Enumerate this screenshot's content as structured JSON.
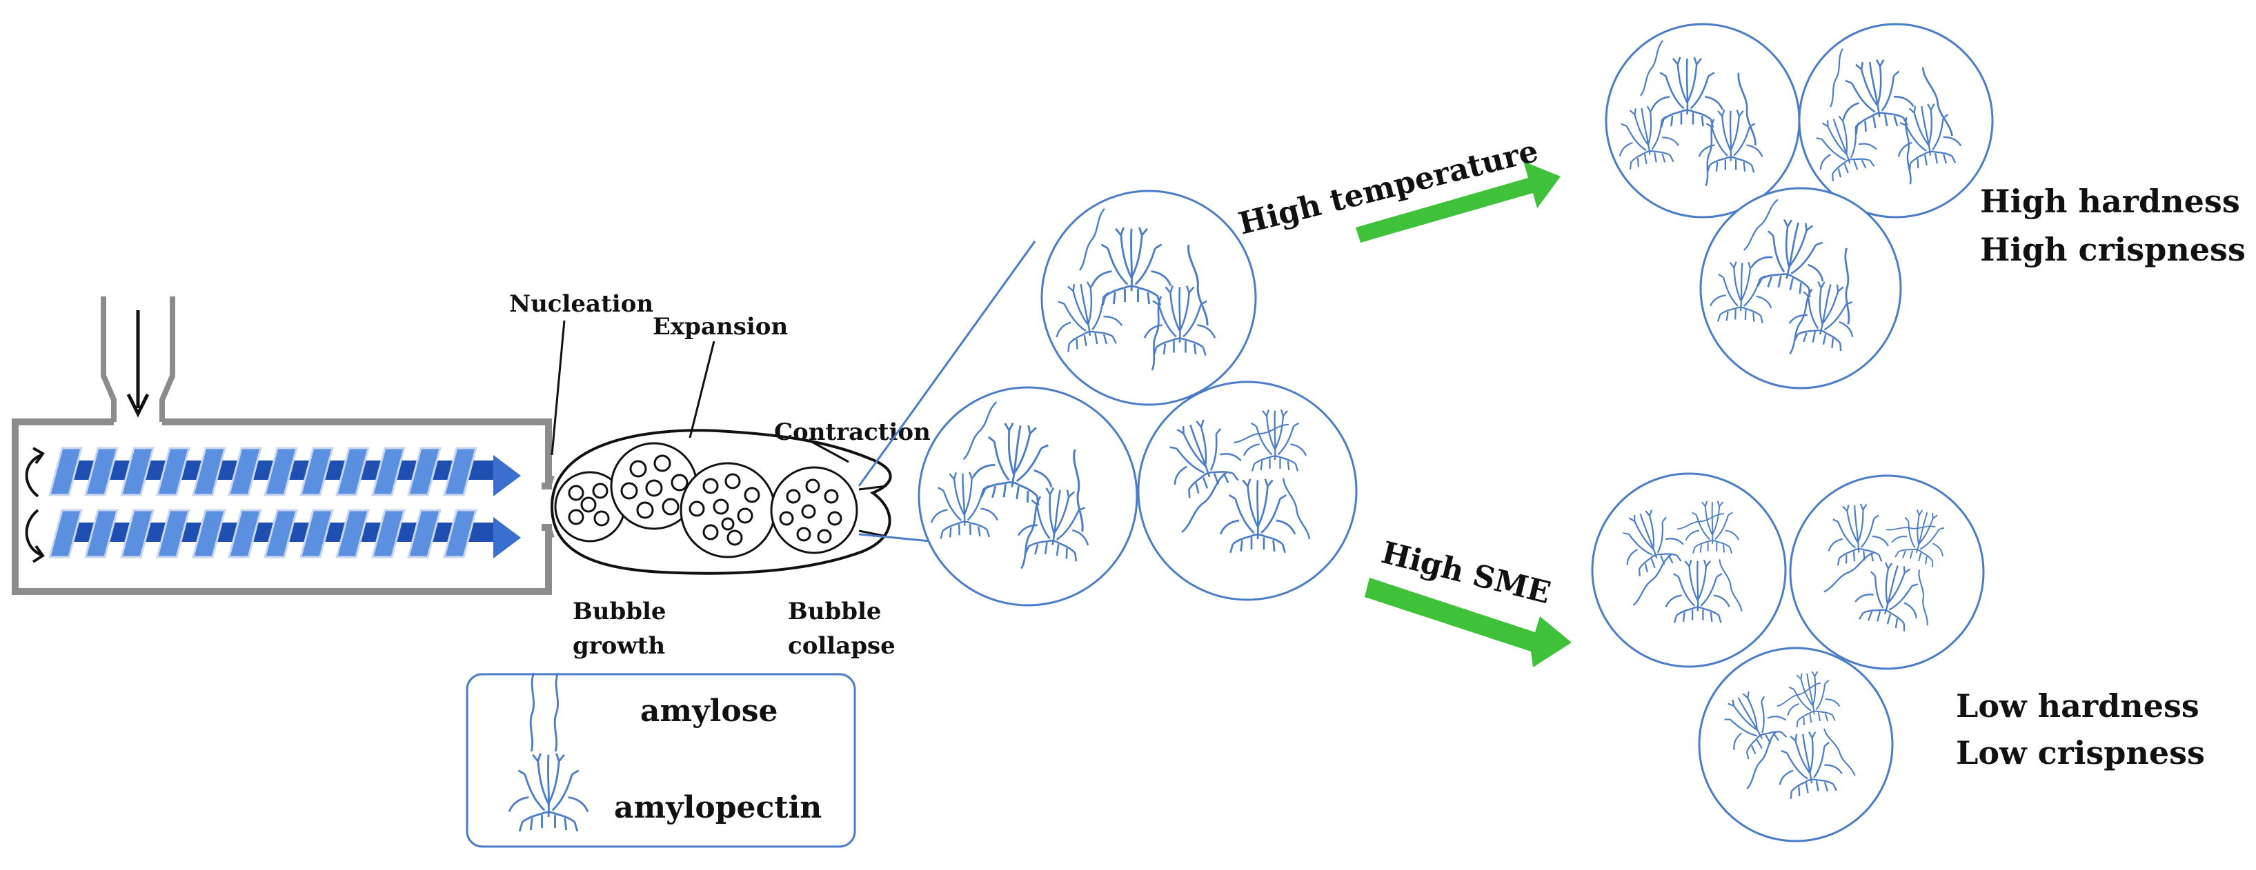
{
  "labels": {
    "nucleation": "Nucleation",
    "expansion": "Expansion",
    "contraction": "Contraction",
    "bubble_growth_1": "Bubble",
    "bubble_growth_2": "growth",
    "bubble_collapse_1": "Bubble",
    "bubble_collapse_2": "collapse",
    "high_temperature": "High temperature",
    "high_sme": "High SME",
    "result_high_1": "High hardness",
    "result_high_2": "High crispness",
    "result_low_1": "Low hardness",
    "result_low_2": "Low crispness"
  },
  "legend": {
    "amylose": "amylose",
    "amylopectin": "amylopectin"
  },
  "colors": {
    "line": "#4a7cc7",
    "arrow": "#3fc23a",
    "screw_dark": "#1f4fb0",
    "screw_light": "#5b8fe0",
    "barrel": "#8c8c8c"
  },
  "icons": {
    "screw": "twin-screw",
    "bubble": "bubble",
    "starch_chain": "amylose-strand",
    "starch_branch": "amylopectin-tree"
  }
}
